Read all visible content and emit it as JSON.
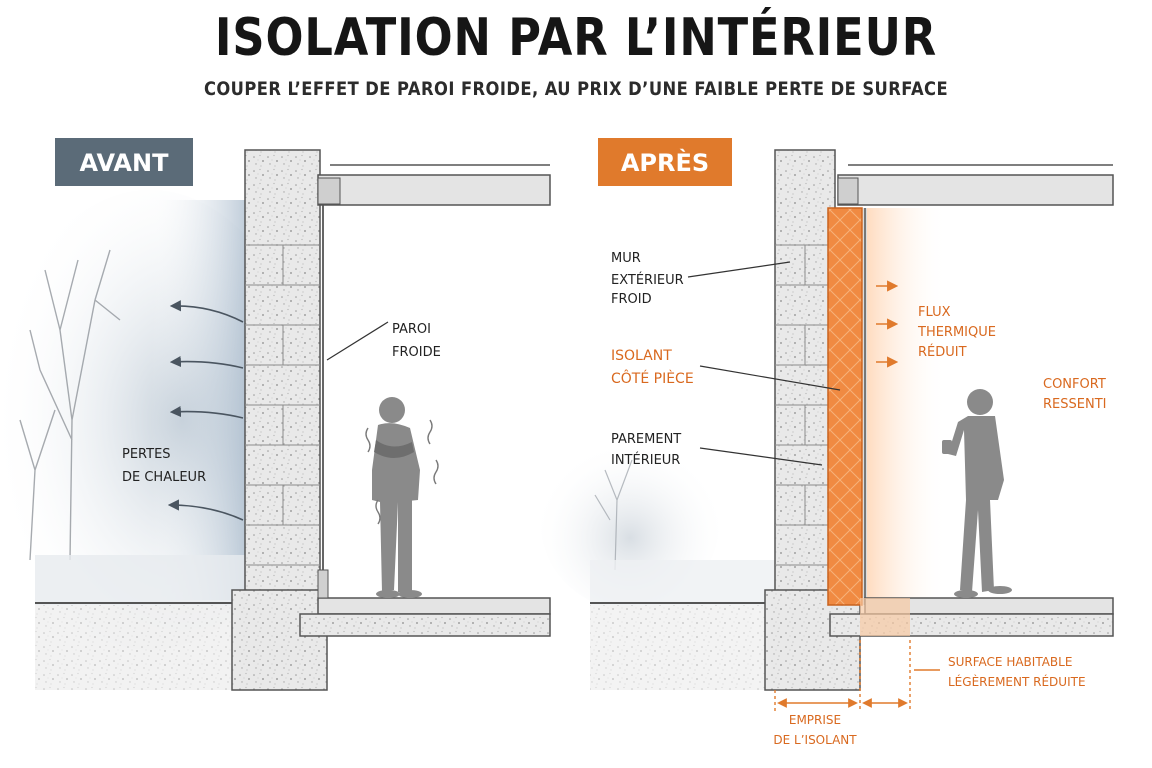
{
  "title": "ISOLATION PAR L’INTÉRIEUR",
  "subtitle": "COUPER L’EFFET DE PAROI FROIDE, AU PRIX D’UNE FAIBLE PERTE DE SURFACE",
  "colors": {
    "avant_tag": "#5b6b78",
    "apres_tag": "#e07a2c",
    "accent_text": "#d9691f",
    "insulation": "#f08a42"
  },
  "avant": {
    "tag": "AVANT",
    "paroi_froide": [
      "PAROI",
      "FROIDE"
    ],
    "pertes_de_chaleur": [
      "PERTES",
      "DE CHALEUR"
    ]
  },
  "apres": {
    "tag": "APRÈS",
    "mur_exterieur": [
      "MUR",
      "EXTÉRIEUR",
      "FROID"
    ],
    "isolant": [
      "ISOLANT",
      "CÔTÉ PIÈCE"
    ],
    "parement": [
      "PAREMENT",
      "INTÉRIEUR"
    ],
    "flux": [
      "FLUX",
      "THERMIQUE",
      "RÉDUIT"
    ],
    "confort": [
      "CONFORT",
      "RESSENTI"
    ],
    "surface": [
      "SURFACE HABITABLE",
      "LÉGÈREMENT RÉDUITE"
    ],
    "emprise": [
      "EMPRISE",
      "DE L’ISOLANT"
    ]
  }
}
